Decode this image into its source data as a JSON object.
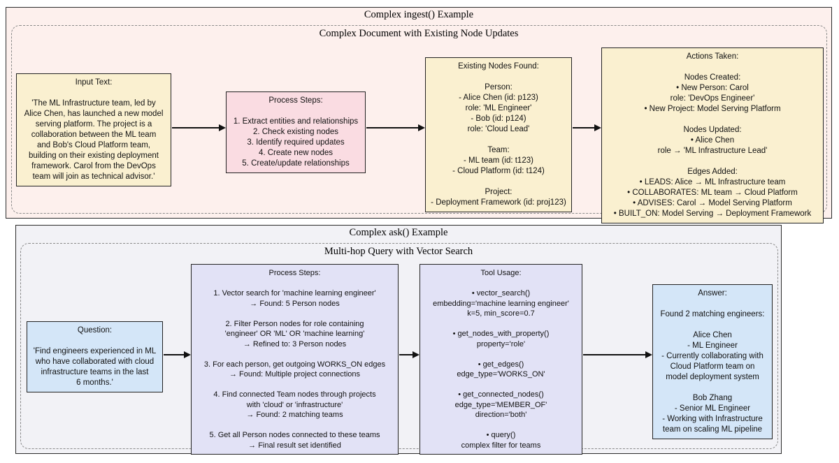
{
  "colors": {
    "ingest_bg": "#fdf0ed",
    "ask_bg": "#f2f2f6",
    "cream": "#faf0d0",
    "pink": "#fadce2",
    "lavender": "#e2e2f6",
    "blue": "#d4e6f8",
    "border": "#222222",
    "arrow": "#111111"
  },
  "ingest": {
    "title": "Complex ingest() Example",
    "subtitle": "Complex Document with Existing Node Updates",
    "input_text": {
      "title": "Input Text:",
      "lines": [
        "'The ML Infrastructure team, led by",
        "Alice Chen, has launched a new model",
        "serving platform. The project is a",
        "collaboration between the ML team",
        "and Bob's Cloud Platform team,",
        "building on their existing deployment",
        "framework. Carol from the DevOps",
        "team will join as technical advisor.'"
      ]
    },
    "process_steps": {
      "title": "Process Steps:",
      "lines": [
        "1. Extract entities and relationships",
        "2. Check existing nodes",
        "3. Identify required updates",
        "4. Create new nodes",
        "5. Create/update relationships"
      ]
    },
    "existing_nodes": {
      "title": "Existing Nodes Found:",
      "lines": [
        "Person:",
        "- Alice Chen (id: p123)",
        "role: 'ML Engineer'",
        "- Bob (id: p124)",
        "role: 'Cloud Lead'",
        "",
        "Team:",
        "- ML team (id: t123)",
        "- Cloud Platform (id: t124)",
        "",
        "Project:",
        "- Deployment Framework (id: proj123)"
      ]
    },
    "actions_taken": {
      "title": "Actions Taken:",
      "lines": [
        "Nodes Created:",
        "• New Person: Carol",
        "role: 'DevOps Engineer'",
        "• New Project: Model Serving Platform",
        "",
        "Nodes Updated:",
        "• Alice Chen",
        "role → 'ML Infrastructure Lead'",
        "",
        "Edges Added:",
        "• LEADS: Alice → ML Infrastructure team",
        "• COLLABORATES: ML team → Cloud Platform",
        "• ADVISES: Carol → Model Serving Platform",
        "• BUILT_ON: Model Serving → Deployment Framework"
      ]
    }
  },
  "ask": {
    "title": "Complex ask() Example",
    "subtitle": "Multi-hop Query with Vector Search",
    "question": {
      "title": "Question:",
      "lines": [
        "'Find engineers experienced in ML",
        "who have collaborated with cloud",
        "infrastructure teams in the last",
        "6 months.'"
      ]
    },
    "process_steps": {
      "title": "Process Steps:",
      "lines": [
        "1. Vector search for 'machine learning engineer'",
        "→ Found: 5 Person nodes",
        "",
        "2. Filter Person nodes for role containing",
        "'engineer' OR 'ML' OR 'machine learning'",
        "→ Refined to: 3 Person nodes",
        "",
        "3. For each person, get outgoing WORKS_ON edges",
        "→ Found: Multiple project connections",
        "",
        "4. Find connected Team nodes through projects",
        "with 'cloud' or 'infrastructure'",
        "→ Found: 2 matching teams",
        "",
        "5. Get all Person nodes connected to these teams",
        "→ Final result set identified"
      ]
    },
    "tool_usage": {
      "title": "Tool Usage:",
      "lines": [
        "• vector_search()",
        "embedding='machine learning engineer'",
        "k=5, min_score=0.7",
        "",
        "• get_nodes_with_property()",
        "property='role'",
        "",
        "• get_edges()",
        "edge_type='WORKS_ON'",
        "",
        "• get_connected_nodes()",
        "edge_type='MEMBER_OF'",
        "direction='both'",
        "",
        "• query()",
        "complex filter for teams"
      ]
    },
    "answer": {
      "title": "Answer:",
      "lines": [
        "Found 2 matching engineers:",
        "",
        "Alice Chen",
        "- ML Engineer",
        "- Currently collaborating with",
        "Cloud Platform team on",
        "model deployment system",
        "",
        "Bob Zhang",
        "- Senior ML Engineer",
        "- Working with Infrastructure",
        "team on scaling ML pipeline"
      ]
    }
  }
}
